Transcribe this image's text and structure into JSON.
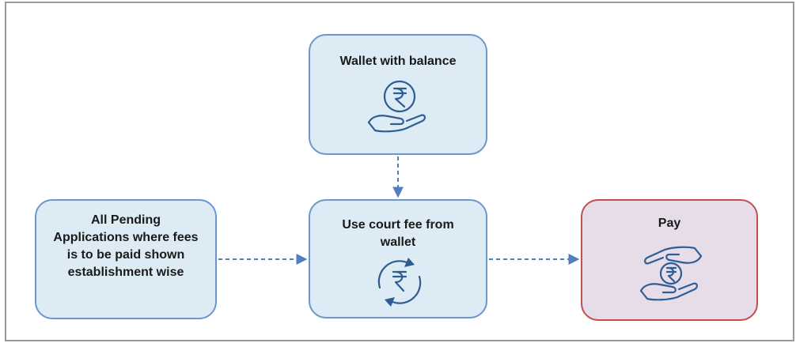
{
  "nodes": {
    "wallet": {
      "label": "Wallet with balance",
      "icon": "rupee-coin-hand-icon"
    },
    "use_court_fee": {
      "label": "Use court fee from wallet",
      "icon": "rupee-refresh-icon"
    },
    "pending": {
      "label": "All Pending Applications where fees is to be paid shown establishment wise"
    },
    "pay": {
      "label": "Pay",
      "icon": "rupee-exchange-hands-icon"
    }
  },
  "edges": [
    {
      "from": "wallet",
      "to": "use_court_fee",
      "style": "dashed"
    },
    {
      "from": "pending",
      "to": "use_court_fee",
      "style": "dashed"
    },
    {
      "from": "use_court_fee",
      "to": "pay",
      "style": "dashed"
    }
  ],
  "colors": {
    "node_fill": "#dcebf4",
    "node_border": "#6a97cf",
    "pay_fill": "#e6dde9",
    "pay_border": "#c0504d",
    "icon": "#2e5d93",
    "arrow": "#4f7fc0",
    "frame": "#9a9a9a"
  }
}
